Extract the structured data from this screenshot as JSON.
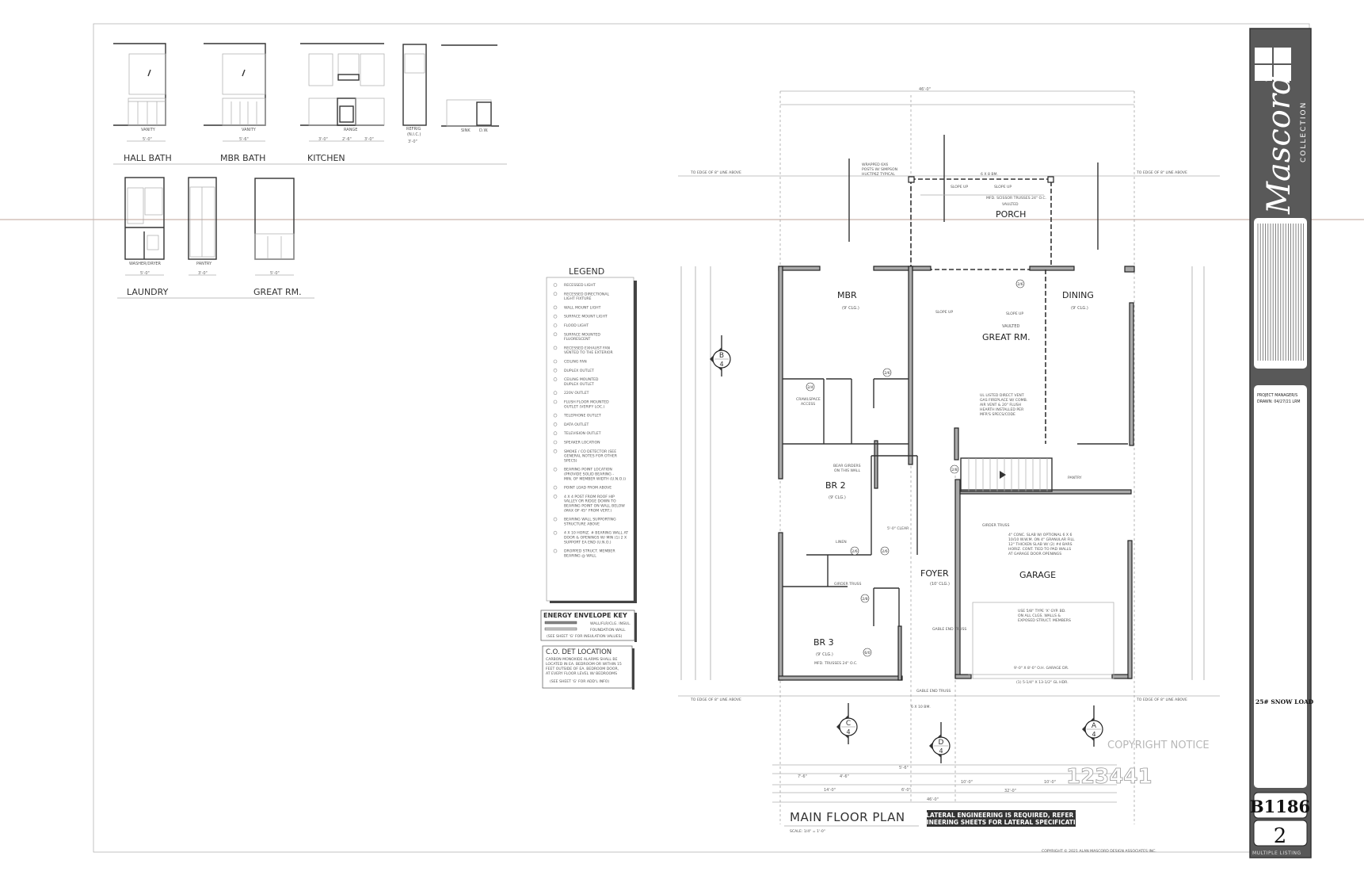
{
  "colors": {
    "title_block": "#595959",
    "ink": "#333333",
    "paper": "#ffffff",
    "scan_line": "#c9b4ac",
    "watermark": "#b8b8b8"
  },
  "elevations": {
    "hall_bath": {
      "title": "HALL BATH",
      "item": "VANITY",
      "dim": "5'-0\""
    },
    "mbr_bath": {
      "title": "MBR BATH",
      "item": "VANITY",
      "dim": "5'-6\""
    },
    "kitchen": {
      "title": "KITCHEN",
      "item": "RANGE",
      "dims": [
        "3'-0\"",
        "2'-6\"",
        "3'-0\""
      ],
      "refrig": "REFRIG",
      "refrig_note": "(N.I.C.)",
      "refrig_dim": "3'-0\"",
      "sink": "SINK",
      "dw": "D.W."
    },
    "laundry": {
      "title": "LAUNDRY",
      "item": "WASHER/DRYER",
      "dim": "5'-0\""
    },
    "pantry": {
      "item": "PANTRY",
      "dim": "3'-0\""
    },
    "great_rm": {
      "title": "GREAT RM.",
      "dim": "5'-0\""
    }
  },
  "legend": {
    "title": "LEGEND",
    "items": [
      [
        "RECESSED LIGHT"
      ],
      [
        "RECESSED DIRECTIONAL",
        "LIGHT FIXTURE"
      ],
      [
        "WALL MOUNT LIGHT"
      ],
      [
        "SURFACE MOUNT LIGHT"
      ],
      [
        "FLOOD LIGHT"
      ],
      [
        "SURFACE MOUNTED",
        "FLUORESCENT"
      ],
      [
        "RECESSED EXHAUST FAN",
        "VENTED TO THE EXTERIOR"
      ],
      [
        "CEILING FAN"
      ],
      [
        "DUPLEX OUTLET"
      ],
      [
        "CEILING MOUNTED",
        "DUPLEX OUTLET"
      ],
      [
        "220V OUTLET"
      ],
      [
        "FLUSH FLOOR MOUNTED",
        "OUTLET (VERIFY LOC.)"
      ],
      [
        "TELEPHONE OUTLET"
      ],
      [
        "DATA OUTLET"
      ],
      [
        "TELEVISION OUTLET"
      ],
      [
        "SPEAKER LOCATION"
      ],
      [
        "SMOKE / CO DETECTOR (SEE",
        "GENERAL NOTES FOR OTHER",
        "SPECS)"
      ],
      [
        "BEARING POINT LOCATION",
        "(PROVIDE SOLID BEARING -",
        "MIN. OF MEMBER WIDTH (U.N.O.))"
      ],
      [
        "POINT LOAD FROM ABOVE"
      ],
      [
        "4 X 4 POST FROM ROOF HIP",
        "VALLEY OR RIDGE DOWN TO",
        "BEARING POINT ON WALL BELOW",
        "(MAX OF 45° FROM VERT.)"
      ],
      [
        "BEARING WALL SUPPORTING",
        "STRUCTURE ABOVE"
      ],
      [
        "4 X 10 HORIZ. # BEARING WALL AT",
        "DOOR & OPENINGS W/ MIN (1) 2 X",
        "SUPPORT EA END (U.N.O.)"
      ],
      [
        "DROPPED STRUCT. MEMBER",
        "BEARING @ WALL"
      ]
    ]
  },
  "energy_key": {
    "title": "ENERGY ENVELOPE KEY",
    "rows": [
      "WALL/FLR/CLG. INSUL.",
      "FOUNDATION WALL"
    ],
    "note": "(SEE SHEET 'G' FOR INSULATION VALUES)"
  },
  "co_det": {
    "title": "C.O. DET LOCATION",
    "lines": [
      "CARBON MONOXIDE ALARMS SHALL BE",
      "LOCATED IN EA. BEDROOM OR WITHIN 15",
      "FEET OUTSIDE OF EA. BEDROOM DOOR,",
      "AT EVERY FLOOR LEVEL W/ BEDROOMS"
    ],
    "note": "(SEE SHEET 'G' FOR ADD'L INFO)"
  },
  "plan": {
    "rooms": {
      "porch": {
        "name": "PORCH",
        "note": "VAULTED"
      },
      "mbr": {
        "name": "MBR",
        "note": "(9' CLG.)"
      },
      "great_rm": {
        "name": "GREAT RM.",
        "note": "VAULTED"
      },
      "dining": {
        "name": "DINING",
        "note": "(9' CLG.)"
      },
      "br2": {
        "name": "BR 2",
        "note": "(9' CLG.)"
      },
      "br3": {
        "name": "BR 3",
        "note": "(9' CLG.)"
      },
      "foyer": {
        "name": "FOYER",
        "note": "(10' CLG.)"
      },
      "garage": {
        "name": "GARAGE"
      }
    },
    "notes": {
      "edge_line": "TO EDGE OF 8\" LINE ABOVE",
      "wrapped_posts": [
        "WRAPPED 6X6",
        "POSTS W/ SIMPSON",
        "HUCTP6Z TYPICAL"
      ],
      "scissor_trusses": "MFD. SCISSOR TRUSSES 24\" O.C.",
      "porch_beam": "6 X 8 BM.",
      "slope_up": "SLOPE UP",
      "girder_truss": "GIRDER TRUSS",
      "mfd_trusses": "MFD. TRUSSES 24\" O.C.",
      "bear_girders": [
        "BEAR GIRDERS",
        "ON THIS WALL"
      ],
      "crawlspace": [
        "CRAWLSPACE",
        "ACCESS"
      ],
      "fireplace": [
        "UL LISTED DIRECT VENT",
        "GAS FIREPLACE W/ COMB.",
        "AIR VENT & 20\" FLUSH",
        "HEARTH INSTALLED PER",
        "MFR'S SPECS/CODE"
      ],
      "garage_slab": [
        "4\" CONC. SLAB W/ OPTIONAL 6 X 6",
        "10/10 W.W.M. ON 4\" GRANULAR FILL",
        "12\" THICKEN SLAB W/ (2) #4 BARS",
        "HORIZ. CONT. TIED TO PAD WALLS",
        "AT GARAGE DOOR OPENINGS"
      ],
      "garage_gyp": [
        "USE 5/8\" TYPE 'X' GYP. BD.",
        "ON ALL CLGS. WALLS &",
        "EXPOSED STRUCT. MEMBERS"
      ],
      "garage_door": "9'-0\" X 8'-0\" O.H. GARAGE DR.",
      "garage_hdr": "(1) 5-1/4\" X 13-1/2\" GL HDR.",
      "gable_end": "GABLE END TRUSS",
      "beam_bottom": "6 X 10 BM.",
      "linen": "LINEN",
      "pantry": "PANTRY",
      "clear": "5'-0\" CLEAR"
    },
    "dims": {
      "overall": "46'-0\"",
      "d1": "14'-0\"",
      "d2": "6'-0\"",
      "d3": "32'-0\"",
      "d4": "10'-0\"",
      "d5": "10'-0\"",
      "d6": "7'-6\"",
      "d7": "4'-6\"",
      "d8": "5'-6\""
    },
    "sections": [
      {
        "letter": "B",
        "sheet": "4"
      },
      {
        "letter": "C",
        "sheet": "4"
      },
      {
        "letter": "D",
        "sheet": "4"
      },
      {
        "letter": "A",
        "sheet": "4"
      }
    ],
    "door_tags": [
      "2/6",
      "2/6",
      "2/4",
      "2/8",
      "2/6",
      "2/6",
      "2/8",
      "6/0"
    ],
    "title": "MAIN FLOOR PLAN",
    "scale": "SCALE: 1/4\" = 1'-0\"",
    "lateral_banner": [
      "IF LATERAL ENGINEERING IS REQUIRED, REFER TO",
      "ENGINEERING SHEETS FOR LATERAL SPECIFICATIONS"
    ],
    "copyright_notice": "COPYRIGHT NOTICE",
    "watermark_number": "123441",
    "copyright_footer": "COPYRIGHT © 2021 ALAN MASCORD DESIGN ASSOCIATES INC."
  },
  "title_block": {
    "logo_text": "Mascord",
    "collection": "COLLECTION",
    "project_managers": "PROJECT MANAGER/S",
    "drawn": "DRAWN: 04/27/21  LRM",
    "snow_load": "25# SNOW LOAD",
    "plan_number": "B1186",
    "sheet_number": "2",
    "footer": "MULTIPLE LISTING"
  }
}
